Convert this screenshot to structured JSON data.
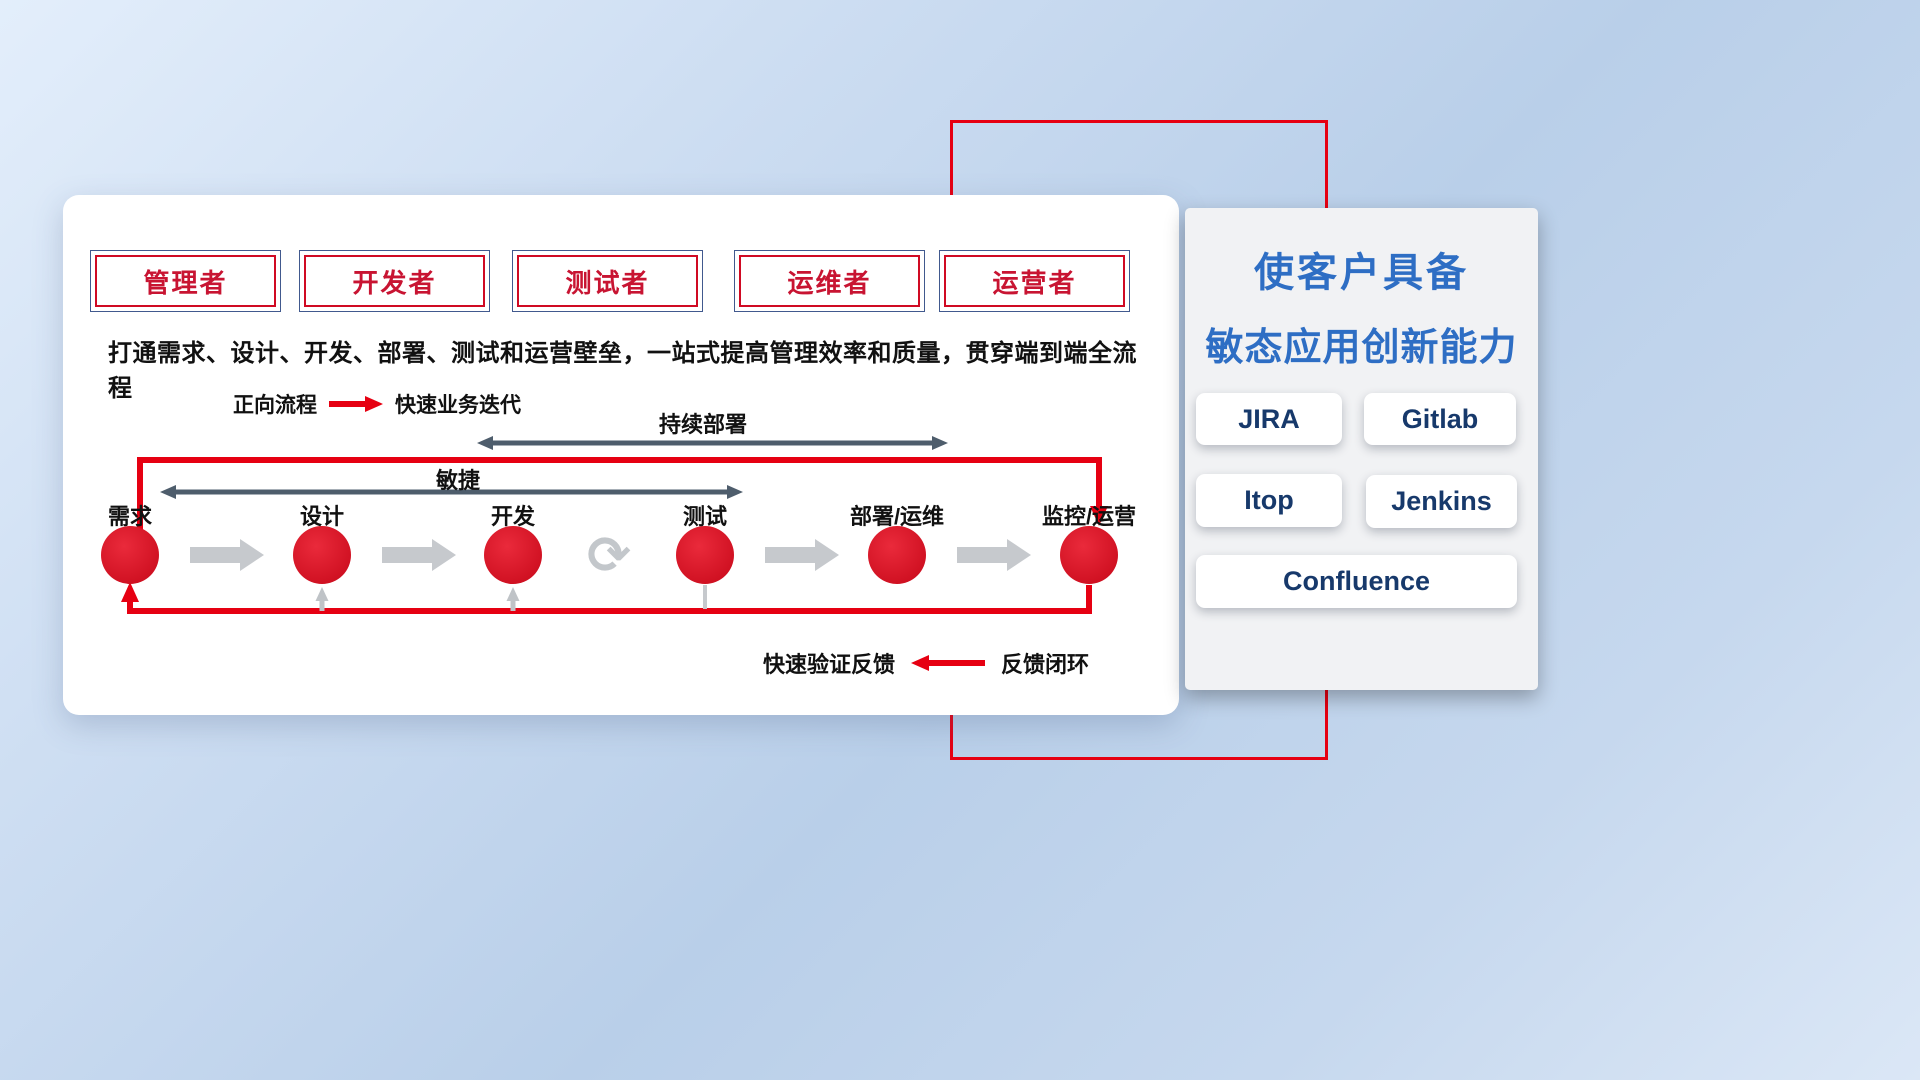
{
  "roles": [
    {
      "label": "管理者"
    },
    {
      "label": "开发者"
    },
    {
      "label": "测试者"
    },
    {
      "label": "运维者"
    },
    {
      "label": "运营者"
    }
  ],
  "description": "打通需求、设计、开发、部署、测试和运营壁垒，一站式提高管理效率和质量，贯穿端到端全流程",
  "legend": {
    "forward_label": "正向流程",
    "forward_desc": "快速业务迭代",
    "feedback_desc": "快速验证反馈",
    "feedback_label": "反馈闭环"
  },
  "flow": {
    "agile": "敏捷",
    "continuous_deploy": "持续部署",
    "stages": [
      {
        "label": "需求"
      },
      {
        "label": "设计"
      },
      {
        "label": "开发"
      },
      {
        "label": "测试"
      },
      {
        "label": "部署/运维"
      },
      {
        "label": "监控/运营"
      }
    ]
  },
  "right_panel": {
    "title_line1": "使客户具备",
    "title_line2": "敏态应用创新能力",
    "tools": [
      {
        "label": "JIRA"
      },
      {
        "label": "Gitlab"
      },
      {
        "label": "Itop"
      },
      {
        "label": "Jenkins"
      },
      {
        "label": "Confluence"
      }
    ]
  },
  "icons": {
    "loop_glyph": "⟳"
  },
  "colors": {
    "accent_red": "#e60012",
    "node_red": "#d8101f",
    "title_blue": "#2e6ec4",
    "tool_text_navy": "#17396b",
    "range_arrow_slate": "#4e5d6c",
    "flow_arrow_gray": "#c6c9cd"
  }
}
